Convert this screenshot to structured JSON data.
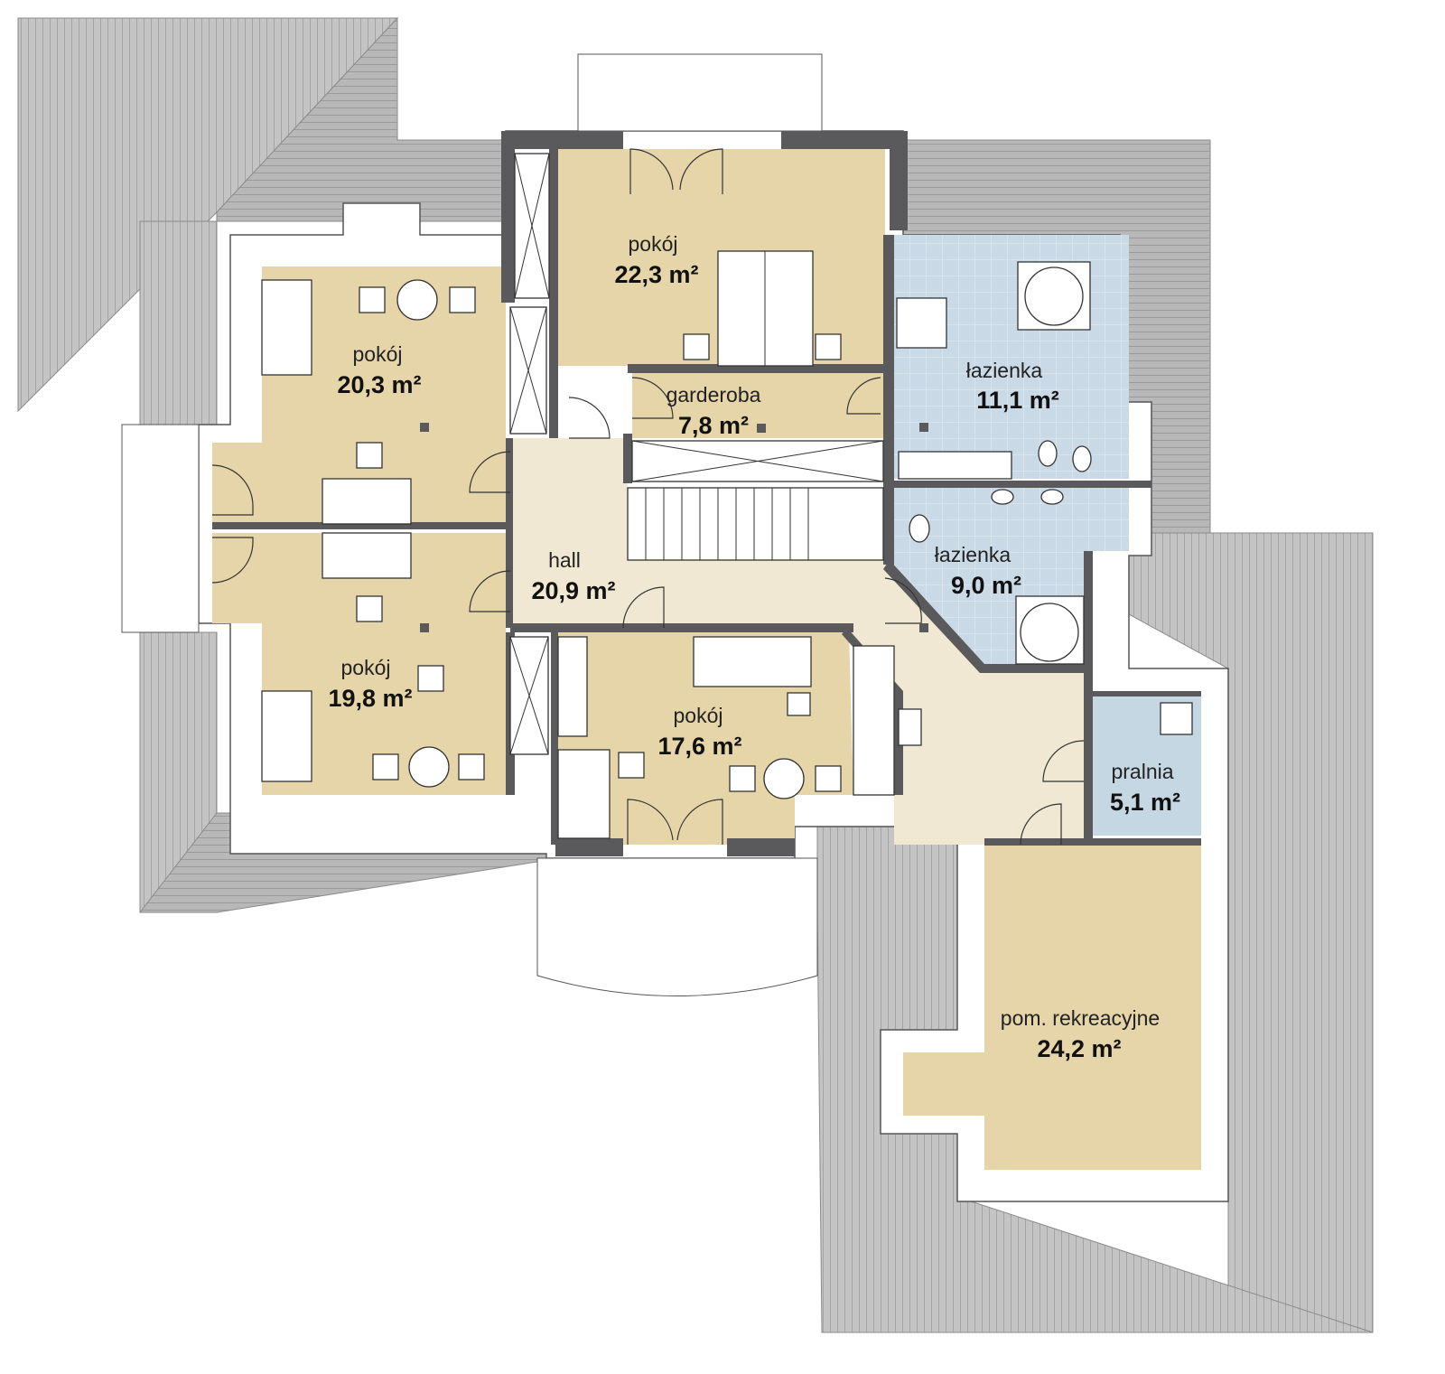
{
  "plan": {
    "colors": {
      "room": "#e6d5a8",
      "hall": "#f0e8d2",
      "bathroom": "#c9d9e5",
      "laundry": "#c5d7e3",
      "wall": "#5a5a5c",
      "roof": "#b5b5b5"
    },
    "rooms": [
      {
        "id": "room-nw",
        "name": "pokój",
        "area": "20,3 m²"
      },
      {
        "id": "room-sw",
        "name": "pokój",
        "area": "19,8 m²"
      },
      {
        "id": "room-n",
        "name": "pokój",
        "area": "22,3 m²"
      },
      {
        "id": "wardrobe",
        "name": "garderoba",
        "area": "7,8 m²"
      },
      {
        "id": "bathroom-1",
        "name": "łazienka",
        "area": "11,1 m²"
      },
      {
        "id": "bathroom-2",
        "name": "łazienka",
        "area": "9,0 m²"
      },
      {
        "id": "hall",
        "name": "hall",
        "area": "20,9 m²"
      },
      {
        "id": "room-s",
        "name": "pokój",
        "area": "17,6 m²"
      },
      {
        "id": "laundry",
        "name": "pralnia",
        "area": "5,1 m²"
      },
      {
        "id": "recreation",
        "name": "pom. rekreacyjne",
        "area": "24,2 m²"
      }
    ]
  }
}
